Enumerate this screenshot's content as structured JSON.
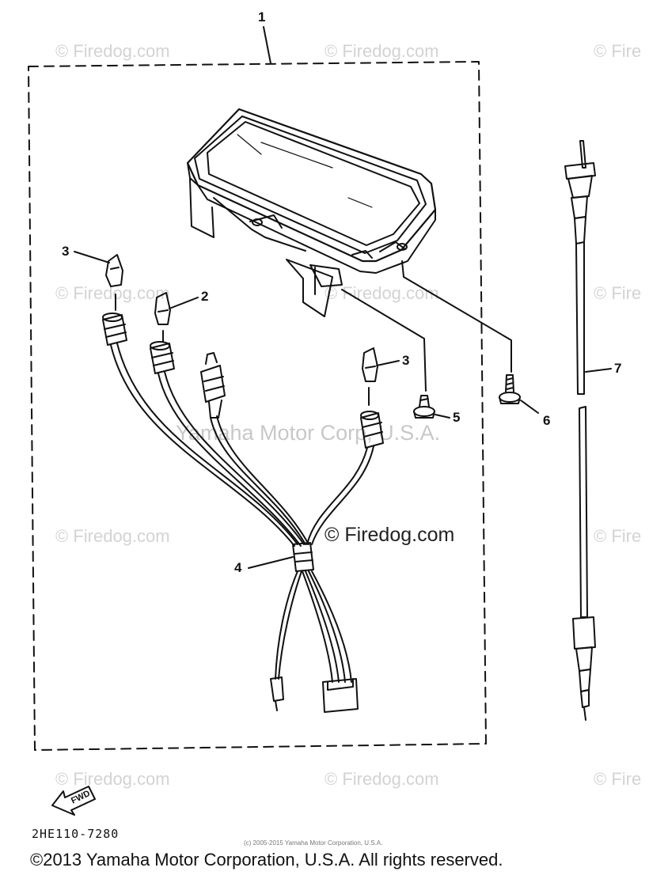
{
  "diagram": {
    "callouts": [
      {
        "id": "c1",
        "label": "1"
      },
      {
        "id": "c2",
        "label": "2"
      },
      {
        "id": "c3a",
        "label": "3"
      },
      {
        "id": "c3b",
        "label": "3"
      },
      {
        "id": "c4",
        "label": "4"
      },
      {
        "id": "c5",
        "label": "5"
      },
      {
        "id": "c6",
        "label": "6"
      },
      {
        "id": "c7",
        "label": "7"
      }
    ],
    "fwd_label": "FWD",
    "part_code": "2HE110-7280"
  },
  "watermarks": {
    "firedog": "© Firedog.com",
    "firedog_short": "© Fire",
    "firedog_center": "© Firedog.com",
    "corp": "Yamaha Motor Corp, U.S.A."
  },
  "footer": {
    "small_copyright": "(c) 2005-2015 Yamaha Motor Corporation, U.S.A.",
    "copyright": "©2013 Yamaha Motor Corporation, U.S.A. All rights reserved."
  }
}
